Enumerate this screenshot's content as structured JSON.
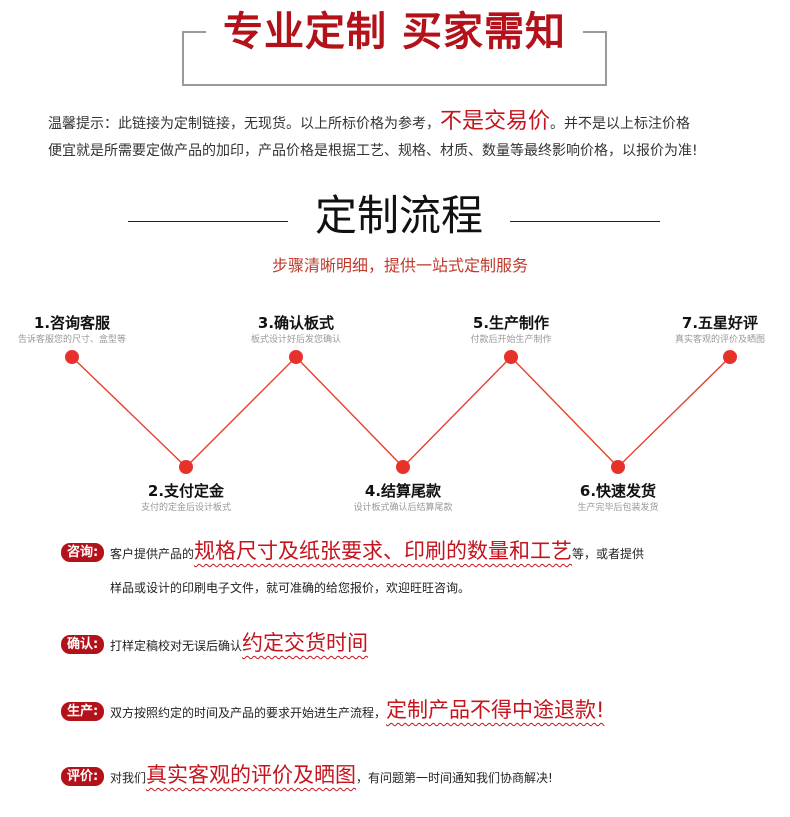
{
  "header": {
    "title": "专业定制 买家需知"
  },
  "notice": {
    "line1_before": "温馨提示：此链接为定制链接，无现货。以上所标价格为参考，",
    "line1_highlight": "不是交易价",
    "line1_after": "。并不是以上标注价格",
    "line2": "便宜就是所需要定做产品的加印，产品价格是根据工艺、规格、材质、数量等最终影响价格，以报价为准!"
  },
  "section": {
    "title": "定制流程",
    "subtitle": "步骤清晰明细，提供一站式定制服务"
  },
  "colors": {
    "accent": "#b3121b",
    "line": "#e8402c",
    "dot": "#e8312a"
  },
  "steps": [
    {
      "title": "1.咨询客服",
      "desc": "告诉客服您的尺寸、盒型等"
    },
    {
      "title": "2.支付定金",
      "desc": "支付的定金后设计板式"
    },
    {
      "title": "3.确认板式",
      "desc": "板式设计好后发您确认"
    },
    {
      "title": "4.结算尾款",
      "desc": "设计板式确认后结算尾款"
    },
    {
      "title": "5.生产制作",
      "desc": "付款后开始生产制作"
    },
    {
      "title": "6.快速发货",
      "desc": "生产完毕后包装发货"
    },
    {
      "title": "7.五星好评",
      "desc": "真实客观的评价及晒图"
    }
  ],
  "rows": {
    "consult": {
      "tag": "咨询:",
      "before": "客户提供产品的",
      "highlight": "规格尺寸及纸张要求、印刷的数量和工艺",
      "after": "等，或者提供",
      "line2": "样品或设计的印刷电子文件，就可准确的给您报价，欢迎旺旺咨询。"
    },
    "confirm": {
      "tag": "确认:",
      "before": "打样定稿校对无误后确认",
      "highlight": "约定交货时间"
    },
    "produce": {
      "tag": "生产:",
      "before": "双方按照约定的时间及产品的要求开始进生产流程，",
      "highlight": "定制产品不得中途退款!"
    },
    "review": {
      "tag": "评价:",
      "before": "对我们",
      "highlight": "真实客观的评价及晒图",
      "after": "，有问题第一时间通知我们协商解决!"
    }
  }
}
